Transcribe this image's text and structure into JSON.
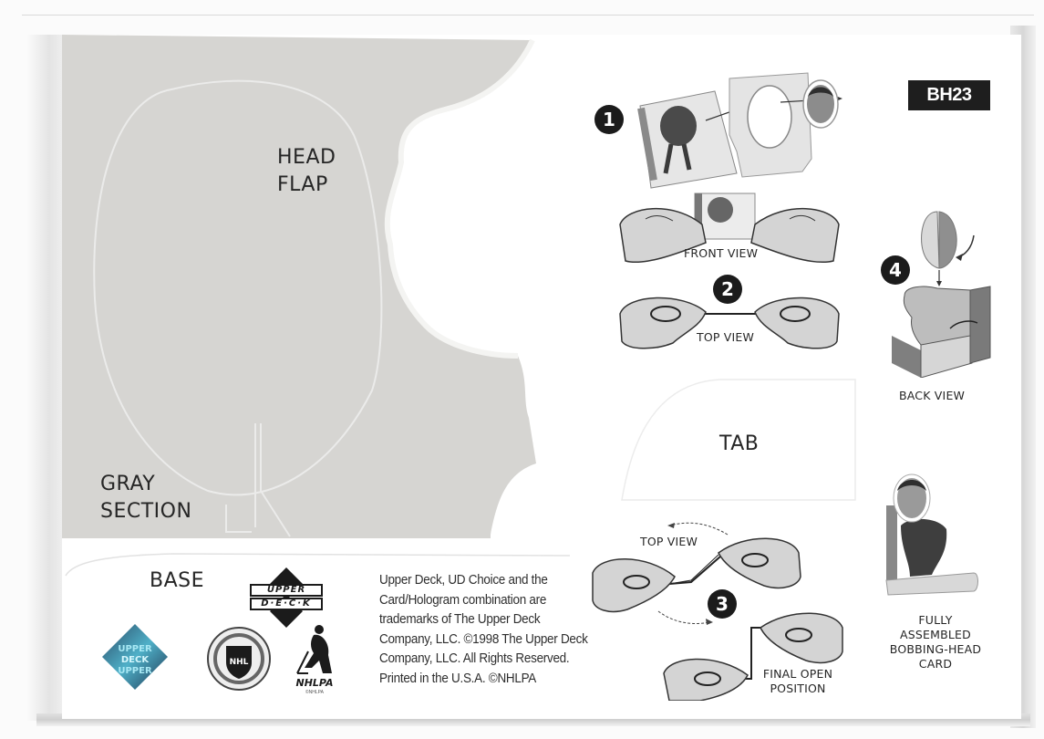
{
  "card": {
    "number": "BH23",
    "labels": {
      "head_flap": [
        "HEAD",
        "FLAP"
      ],
      "gray_section": [
        "GRAY",
        "SECTION"
      ],
      "base": "BASE",
      "tab": "TAB"
    },
    "steps": [
      {
        "number": "1"
      },
      {
        "number": "2",
        "captions": [
          "FRONT VIEW",
          "TOP VIEW"
        ]
      },
      {
        "number": "3",
        "captions": [
          "TOP VIEW",
          "FINAL OPEN",
          "POSITION"
        ]
      },
      {
        "number": "4",
        "captions": [
          "BACK VIEW"
        ]
      }
    ],
    "assembled_caption": [
      "FULLY",
      "ASSEMBLED",
      "BOBBING-HEAD",
      "CARD"
    ],
    "legal_lines": [
      "Upper Deck, UD Choice and the",
      "Card/Hologram combination are",
      "trademarks of The Upper Deck",
      "Company, LLC. ©1998 The Upper Deck",
      "Company, LLC. All Rights Reserved.",
      "Printed in the U.S.A. ©NHLPA"
    ],
    "logos": {
      "upper_deck": [
        "UPPER",
        "D·E·C·K"
      ],
      "hologram": "UPPER DECK",
      "nhl": "NHL",
      "nhlpa": "NHLPA",
      "nhlpa_small": "©NHLPA"
    },
    "colors": {
      "gray_section": "#d6d5d2",
      "card": "#ffffff",
      "ink": "#1b1b1b",
      "hand": "#d4d4d4"
    }
  }
}
